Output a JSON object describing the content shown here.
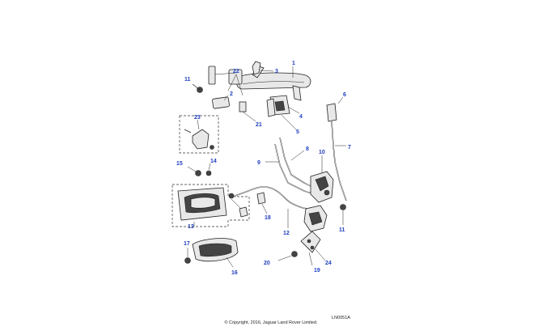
{
  "callouts": {
    "c1": "1",
    "c2": "2",
    "c3": "3",
    "c4": "4",
    "c5": "5",
    "c6": "6",
    "c7": "7",
    "c8": "8",
    "c9": "9",
    "c10": "10",
    "c11a": "11",
    "c11b": "11",
    "c12": "12",
    "c13": "13",
    "c14": "14",
    "c15": "15",
    "c16": "16",
    "c17": "17",
    "c18": "18",
    "c19": "19",
    "c20": "20",
    "c21": "21",
    "c22": "22",
    "c23": "23",
    "c24": "24"
  },
  "footer": {
    "copyright": "© Copyright, 2016, Jaguar Land Rover Limited.",
    "ref": "LN0051A"
  }
}
